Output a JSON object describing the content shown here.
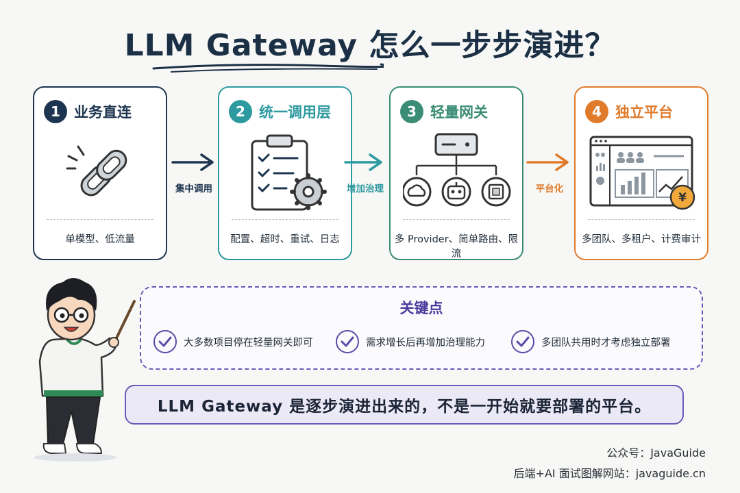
{
  "title": "LLM Gateway 怎么一步步演进？",
  "stages": [
    {
      "number": "1",
      "title": "业务直连",
      "desc": "单模型、低流量",
      "color": "#1d3550"
    },
    {
      "number": "2",
      "title": "统一调用层",
      "desc": "配置、超时、重试、日志",
      "color": "#2d9aa0"
    },
    {
      "number": "3",
      "title": "轻量网关",
      "desc": "多 Provider、简单路由、限流",
      "color": "#3a8d74"
    },
    {
      "number": "4",
      "title": "独立平台",
      "desc": "多团队、多租户、计费审计",
      "color": "#e07b2b"
    }
  ],
  "transitions": [
    {
      "label": "集中调用",
      "color": "#1d3550"
    },
    {
      "label": "增加治理",
      "color": "#2d9aa0"
    },
    {
      "label": "平台化",
      "color": "#e07b2b"
    }
  ],
  "key_points": {
    "title": "关键点",
    "items": [
      "大多数项目停在轻量网关即可",
      "需求增长后再增加治理能力",
      "多团队共用时才考虑独立部署"
    ]
  },
  "conclusion": "LLM Gateway 是逐步演进出来的，不是一开始就要部署的平台。",
  "footer": {
    "account": "公众号：JavaGuide",
    "website": "后端+AI 面试图解网站：javaguide.cn"
  },
  "icons": {
    "stage1": "chain-link-icon",
    "stage2": "clipboard-gear-icon",
    "stage3": "gateway-tree-icon",
    "stage4": "dashboard-yen-icon"
  }
}
